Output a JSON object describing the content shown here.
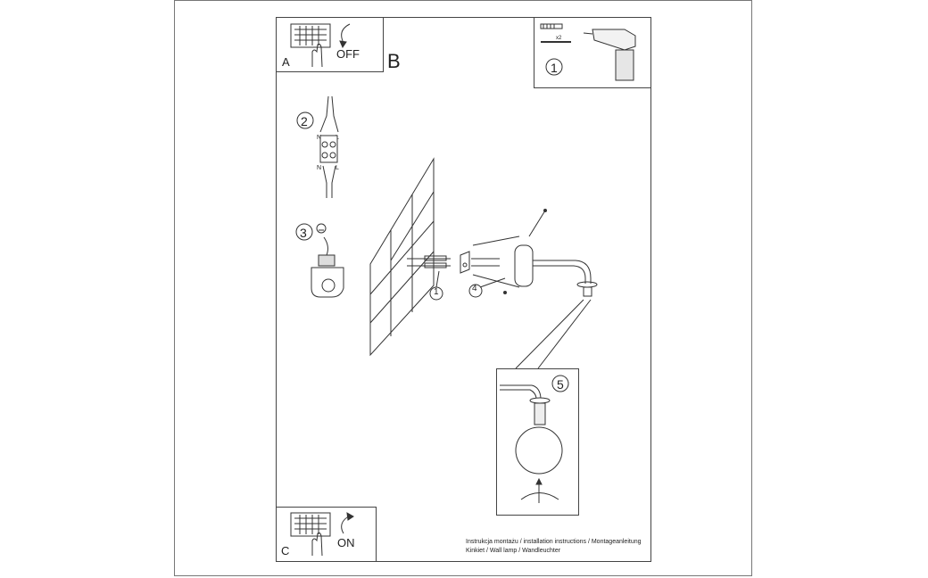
{
  "panels": {
    "a": {
      "letter": "A",
      "state": "OFF"
    },
    "b": {
      "letter": "B"
    },
    "c": {
      "letter": "C",
      "state": "ON"
    }
  },
  "steps": [
    "1",
    "2",
    "3",
    "4",
    "5"
  ],
  "tools": {
    "quantity": "x2"
  },
  "terminal": {
    "n_top": "N",
    "l_top": "L",
    "n_bottom": "N",
    "l_bottom": "L"
  },
  "caption": {
    "line1": "Instrukcja montażu / installation instructions / Montageanleitung",
    "line2": "Kinkiet / Wall lamp / Wandleuchter"
  }
}
